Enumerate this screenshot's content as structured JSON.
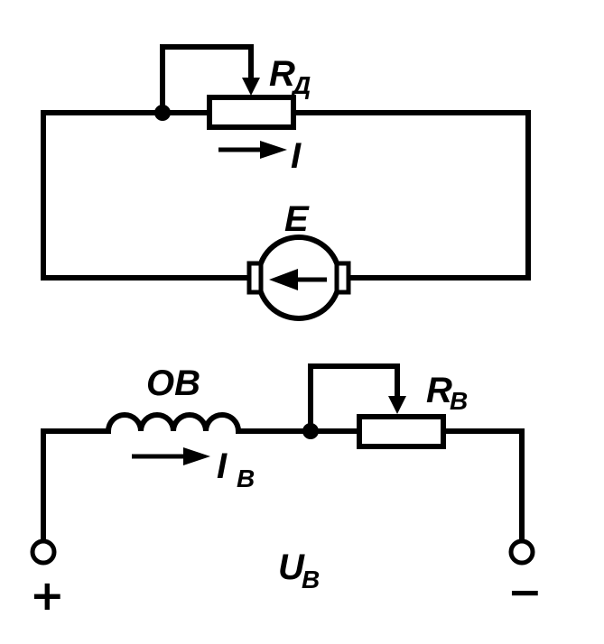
{
  "labels": {
    "rd_main": "R",
    "rd_sub": "Д",
    "current_main": "I",
    "emf": "E",
    "ov": "ОВ",
    "rv_main": "R",
    "rv_sub": "В",
    "iv_main": "I",
    "iv_sub": "В",
    "uv_main": "U",
    "uv_sub": "В",
    "plus": "+",
    "minus": "−"
  }
}
